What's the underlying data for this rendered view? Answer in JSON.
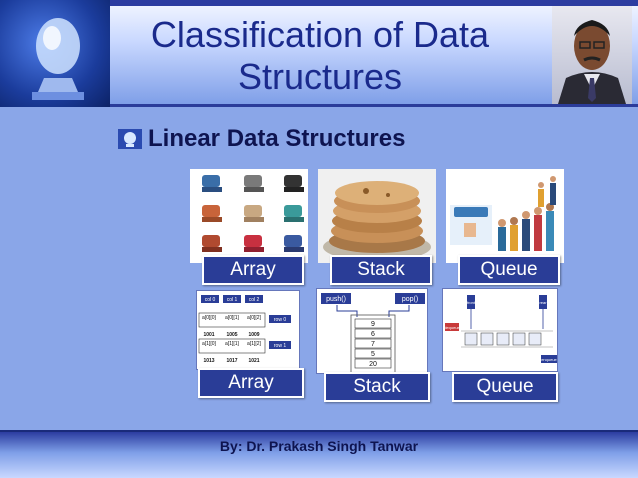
{
  "slide": {
    "title": "Classification of Data Structures",
    "subheading": "Linear Data Structures",
    "footer": "By: Dr. Prakash Singh Tanwar"
  },
  "images": {
    "array_label": "Array",
    "stack_label": "Stack",
    "queue_label": "Queue"
  },
  "diagrams": {
    "array": {
      "label": "Array",
      "col_headers": [
        "col 0",
        "col 1",
        "col 2"
      ],
      "row_headers": [
        "row 0",
        "row 1"
      ],
      "row0_cells": [
        "a[0][0]",
        "a[0][1]",
        "a[0][2]"
      ],
      "row0_addrs": [
        "1001",
        "1005",
        "1009"
      ],
      "row1_cells": [
        "a[1][0]",
        "a[1][1]",
        "a[1][2]"
      ],
      "row1_addrs": [
        "1013",
        "1017",
        "1021"
      ]
    },
    "stack": {
      "label": "Stack",
      "push": "push()",
      "pop": "pop()",
      "items": [
        "9",
        "6",
        "7",
        "5",
        "20"
      ]
    },
    "queue": {
      "label": "Queue",
      "front_label": "front",
      "rear_label": "rear",
      "enqueue": "enqueue",
      "dequeue": "dequeue"
    }
  },
  "colors": {
    "background": "#8aa6e8",
    "title": "#1a2a8c",
    "label_bg": "#2a3d97",
    "footer_text": "#0e1450"
  }
}
